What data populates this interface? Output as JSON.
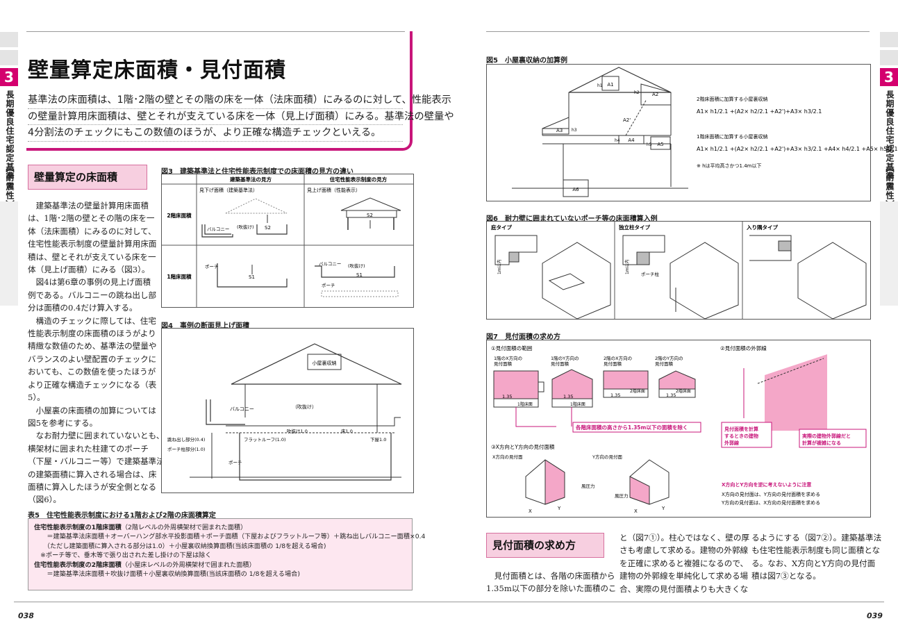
{
  "side_tab": {
    "number": "3",
    "label": "長期優良住宅認定基準②",
    "sub": "【耐震性】"
  },
  "title": "壁量算定床面積・見付面積",
  "lead": [
    "基準法の床面積は、1階･2階の壁とその階の床を一体（法床面積）にみるのに対して、性能表示",
    "の壁量計算用床面積は、壁とそれが支えている床を一体（見上げ面積）にみる。基準法の壁量や",
    "4分割法のチェックにもこの数値のほうが、より正確な構造チェックといえる。"
  ],
  "section1": {
    "heading": "壁量算定の床面積",
    "lines": [
      "　建築基準法の壁量計算用床面積",
      "は、1階･2階の壁とその階の床を一",
      "体（法床面積）にみるのに対して、",
      "住宅性能表示制度の壁量計算用床面",
      "積は、壁とそれが支えている床を一",
      "体（見上げ面積）にみる（図3）。",
      "　図4は第6章の事例の見上げ面積",
      "例である。バルコニーの跳ね出し部",
      "分は面積の0.4だけ算入する。",
      "　構造のチェックに際しては、住宅",
      "性能表示制度の床面積のほうがより",
      "精緻な数値のため、基準法の壁量や",
      "バランスのよい壁配置のチェックに",
      "おいても、この数値を使ったほうが",
      "より正確な構造チェックになる（表",
      "5）。",
      "　小屋裏の床面積の加算については",
      "図5を参考にする。",
      "　なお耐力壁に囲まれていないとも、",
      "横架材に囲まれた柱建てのポーチ",
      "（下屋・バルコニー等）で建築基準法",
      "の建築面積に算入される場合は、床",
      "面積に算入したほうが安全側となる",
      "（図6）。"
    ]
  },
  "fig3": {
    "caption": "図3　建築基準法と住宅性能表示制度での床面積の見方の違い",
    "col1": "建築基準法の見方",
    "col2": "住宅性能表示制度の見方",
    "sub1": "見下げ面積（建築基準法）",
    "sub2": "見上げ面積（性能表示）",
    "row1": "2階床面積",
    "row2": "1階床面積",
    "labels": {
      "balcony": "バルコニー",
      "fukinuke": "(吹抜け)",
      "s2": "S2",
      "s1": "S1",
      "porch": "ポーチ"
    }
  },
  "fig4": {
    "caption": "図4　事例の断面見上げ面積",
    "labels": {
      "koyaura": "小屋裏収納",
      "balcony": "バルコニー",
      "fukinuke": "（吹抜け）",
      "hane": "跳ね出し部分(0.4)",
      "porch_col": "ポーチ柱部分(1.0)",
      "flat": "フラットルーフ(1.0)",
      "fuki10": "吹抜け1.0",
      "yuka10": "床1.0",
      "geya": "下屋1.0",
      "porch": "ポーチ"
    }
  },
  "table5": {
    "caption": "表5　住宅性能表示制度における1階および2階の床面積算定",
    "lines": [
      {
        "b": "住宅性能表示制度の1階床面積",
        "t": "（2階レベルの外周横架材で囲まれた面積）"
      },
      {
        "b": "",
        "t": "　　＝建築基準法床面積＋オーバーハング部水平投影面積＋ポーチ面積（下屋およびフラットルーフ等）＋跳ね出しバルコニー面積×0.4"
      },
      {
        "b": "",
        "t": "　　（ただし建築面積に算入される部分は1.0）＋小屋裏収納換算面積(当該床面積の 1/8を超える場合)"
      },
      {
        "b": "",
        "t": "　※ポーチ等で、垂木等で張り出された差し掛けの下屋は除く"
      },
      {
        "b": "",
        "t": " "
      },
      {
        "b": "住宅性能表示制度の2階床面積",
        "t": "（小屋床レベルの外周横架材で囲まれた面積）"
      },
      {
        "b": "",
        "t": "　　＝建築基準法床面積＋吹抜け面積＋小屋裏収納換算面積(当該床面積の 1/8を超える場合)"
      }
    ]
  },
  "fig5": {
    "caption": "図5　小屋裏収納の加算例",
    "labels": [
      "A1",
      "A2",
      "A2'",
      "A3",
      "A4",
      "A5",
      "A6",
      "h1",
      "h2",
      "h3",
      "h4",
      "h5"
    ],
    "formula_title1": "2階床面積に加算する小屋裏収納",
    "formula1": "A1× h1/2.1 +(A2× h2/2.1 +A2')+A3× h3/2.1",
    "formula_title2": "1階床面積に加算する小屋裏収納",
    "formula2": "A1× h1/2.1 +(A2× h2/2.1 +A2')+A3× h3/2.1 +A4× h4/2.1 +A5× h5/2.1",
    "note": "※ hは平均高さかつ1.4m以下"
  },
  "fig6": {
    "caption": "図6　耐力壁に囲まれていないポーチ等の床面積算入例",
    "types": [
      "庇タイプ",
      "独立柱タイプ",
      "入り隅タイプ"
    ],
    "labels": {
      "dim": "1m以内",
      "porch_col": "ポーチ柱"
    }
  },
  "fig7": {
    "caption": "図7　見付面積の求め方",
    "p1": "①見付面積の範囲",
    "p2": "②見付面積の外郭線",
    "p3": "③X方向とY方向の見付面積",
    "subs": [
      "1階のX方向の\n見付面積",
      "1階のY方向の\n見付面積",
      "2階のX方向の\n見付面積",
      "2階のY方向の\n見付面積"
    ],
    "dim": "1.35",
    "f1": "1階床面",
    "f2": "2階床面",
    "callout1": "各階床面積の高さから1.35m以下の面積を除く",
    "callout2": "見付面積を計算\nするときの建物\n外郭線",
    "callout3": "実際の建物外郭線だと\n計算が複雑になる",
    "xdir": "X方向の見付面",
    "ydir": "Y方向の見付面",
    "wind": "風圧力",
    "x": "X",
    "y": "Y",
    "warn": "X方向とY方向を逆に考えないように注意",
    "n1": "X方向の見付面は、Y方向の見付面積を求める",
    "n2": "Y方向の見付面は、X方向の見付面積を求める"
  },
  "section2": {
    "heading": "見付面積の求め方",
    "col1": [
      "　見付面積とは、各階の床面積から",
      "1.35m以下の部分を除いた面積のこ"
    ],
    "col2": [
      "と（図7①）。柱心ではなく、壁の厚",
      "さも考慮して求める。建物の外郭線",
      "を正確に求めると複雑になるので、",
      "建物の外郭線を単純化して求める場",
      "合、実際の見付面積よりも大きくな"
    ],
    "col3": [
      "るようにする（図7②）。建築基準法",
      "も住宅性能表示制度も同じ面積とな",
      "る。なお、X方向とY方向の見付面",
      "積は図7③となる。"
    ]
  },
  "page_left": "038",
  "page_right": "039",
  "colors": {
    "accent": "#c8167a",
    "pink_fill": "#f7cfe0",
    "pink_area": "#f4a7c8"
  }
}
